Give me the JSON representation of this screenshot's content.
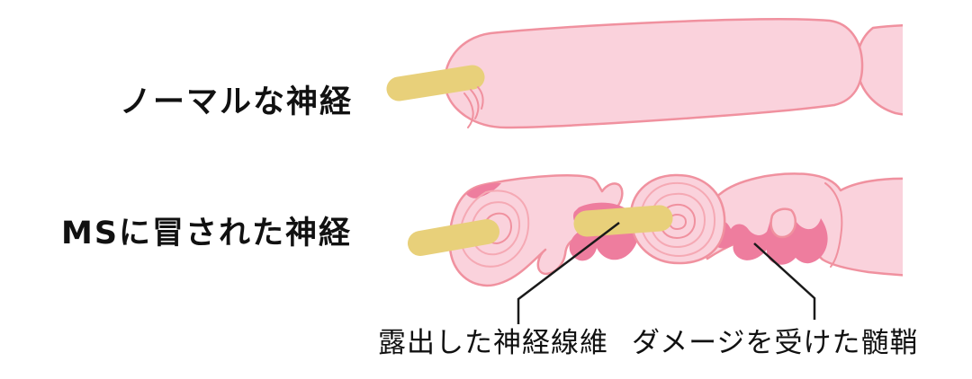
{
  "figure": {
    "row_labels": [
      {
        "label": "ノーマルな神経"
      },
      {
        "label": "MSに冒された神経"
      }
    ],
    "annotations": [
      {
        "label": "露出した神経線維"
      },
      {
        "label": "ダメージを受けた髄鞘"
      }
    ]
  },
  "colors": {
    "background": "#FFFFFF",
    "text": "#111111",
    "myelin_fill": "#FAD2DC",
    "myelin_outline": "#F0919F",
    "myelin_inner_line": "#F5A9B4",
    "damage_fill": "#EE7D9E",
    "axon_fill": "#E8D07A",
    "annotation_line": "#1A1A1A"
  }
}
